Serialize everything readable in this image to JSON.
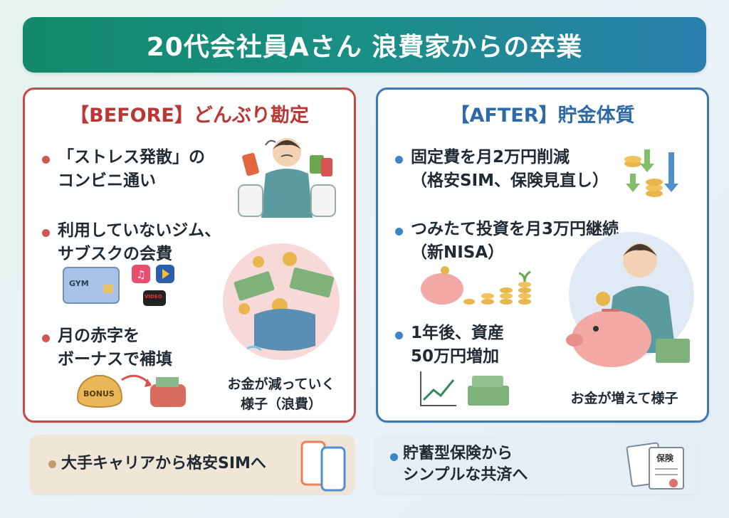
{
  "title": "20代会社員Aさん 浪費家からの卒業",
  "before": {
    "heading": "【BEFORE】どんぶり勘定",
    "items": [
      {
        "line1": "「ストレス発散」の",
        "line2": "コンビニ通い"
      },
      {
        "line1": "利用していないジム、",
        "line2": "サブスクの会費"
      },
      {
        "line1": "月の赤字を",
        "line2": "ボーナスで補填"
      }
    ],
    "caption": {
      "line1": "お金が減っていく",
      "line2": "様子（浪費）"
    },
    "card_gym_label": "GYM",
    "app_video_label": "VIDEO",
    "bonus_bag_label": "BONUS"
  },
  "after": {
    "heading": "【AFTER】貯金体質",
    "items": [
      {
        "line1": "固定費を月2万円削減",
        "line2": "（格安SIM、保険見直し）"
      },
      {
        "line1": "つみたて投資を月3万円継続",
        "line2": "（新NISA）"
      },
      {
        "line1": "1年後、資産",
        "line2": "50万円増加"
      }
    ],
    "caption": "お金が増えて様子"
  },
  "bottom": {
    "left": {
      "text": "大手キャリアから格安SIMへ"
    },
    "right": {
      "line1": "貯蓄型保険から",
      "line2": "シンプルな共済へ",
      "doc_label": "保険"
    }
  },
  "colors": {
    "before_accent": "#c54a47",
    "after_accent": "#3a78b8",
    "title_gradient_start": "#13896a",
    "title_gradient_end": "#2a7fae"
  }
}
